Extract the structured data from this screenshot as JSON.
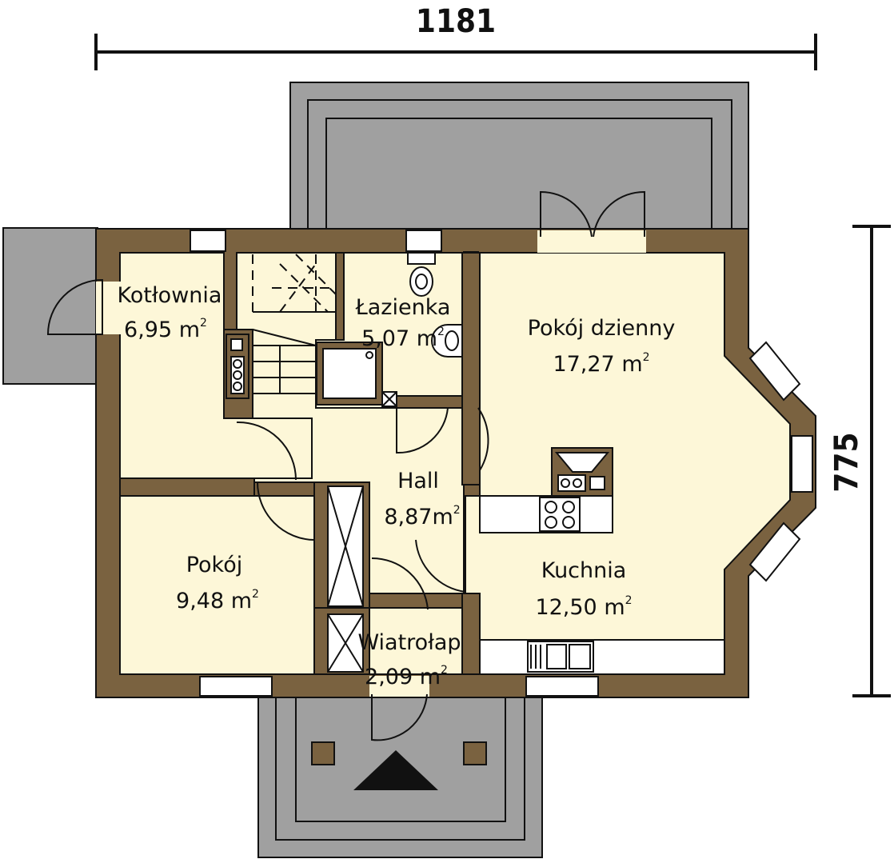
{
  "dimensions": {
    "width": "1181",
    "depth": "775"
  },
  "rooms": {
    "kotlownia": {
      "name": "Kotłownia",
      "area": "6,95 m",
      "unit_sup": "2"
    },
    "lazienka": {
      "name": "Łazienka",
      "area": "5,07 m",
      "unit_sup": "2"
    },
    "pokoj_dzienny": {
      "name": "Pokój dzienny",
      "area": "17,27 m",
      "unit_sup": "2"
    },
    "hall": {
      "name": "Hall",
      "area": "8,87m",
      "unit_sup": "2"
    },
    "pokoj": {
      "name": "Pokój",
      "area": "9,48 m",
      "unit_sup": "2"
    },
    "kuchnia": {
      "name": "Kuchnia",
      "area": "12,50 m",
      "unit_sup": "2"
    },
    "wiatrolap": {
      "name": "Wiatrołap",
      "area": "2,09 m",
      "unit_sup": "2"
    }
  },
  "colors": {
    "wall": "#7a6240",
    "floor": "#fdf7d8",
    "terrace": "#a0a0a0",
    "line": "#111111"
  }
}
